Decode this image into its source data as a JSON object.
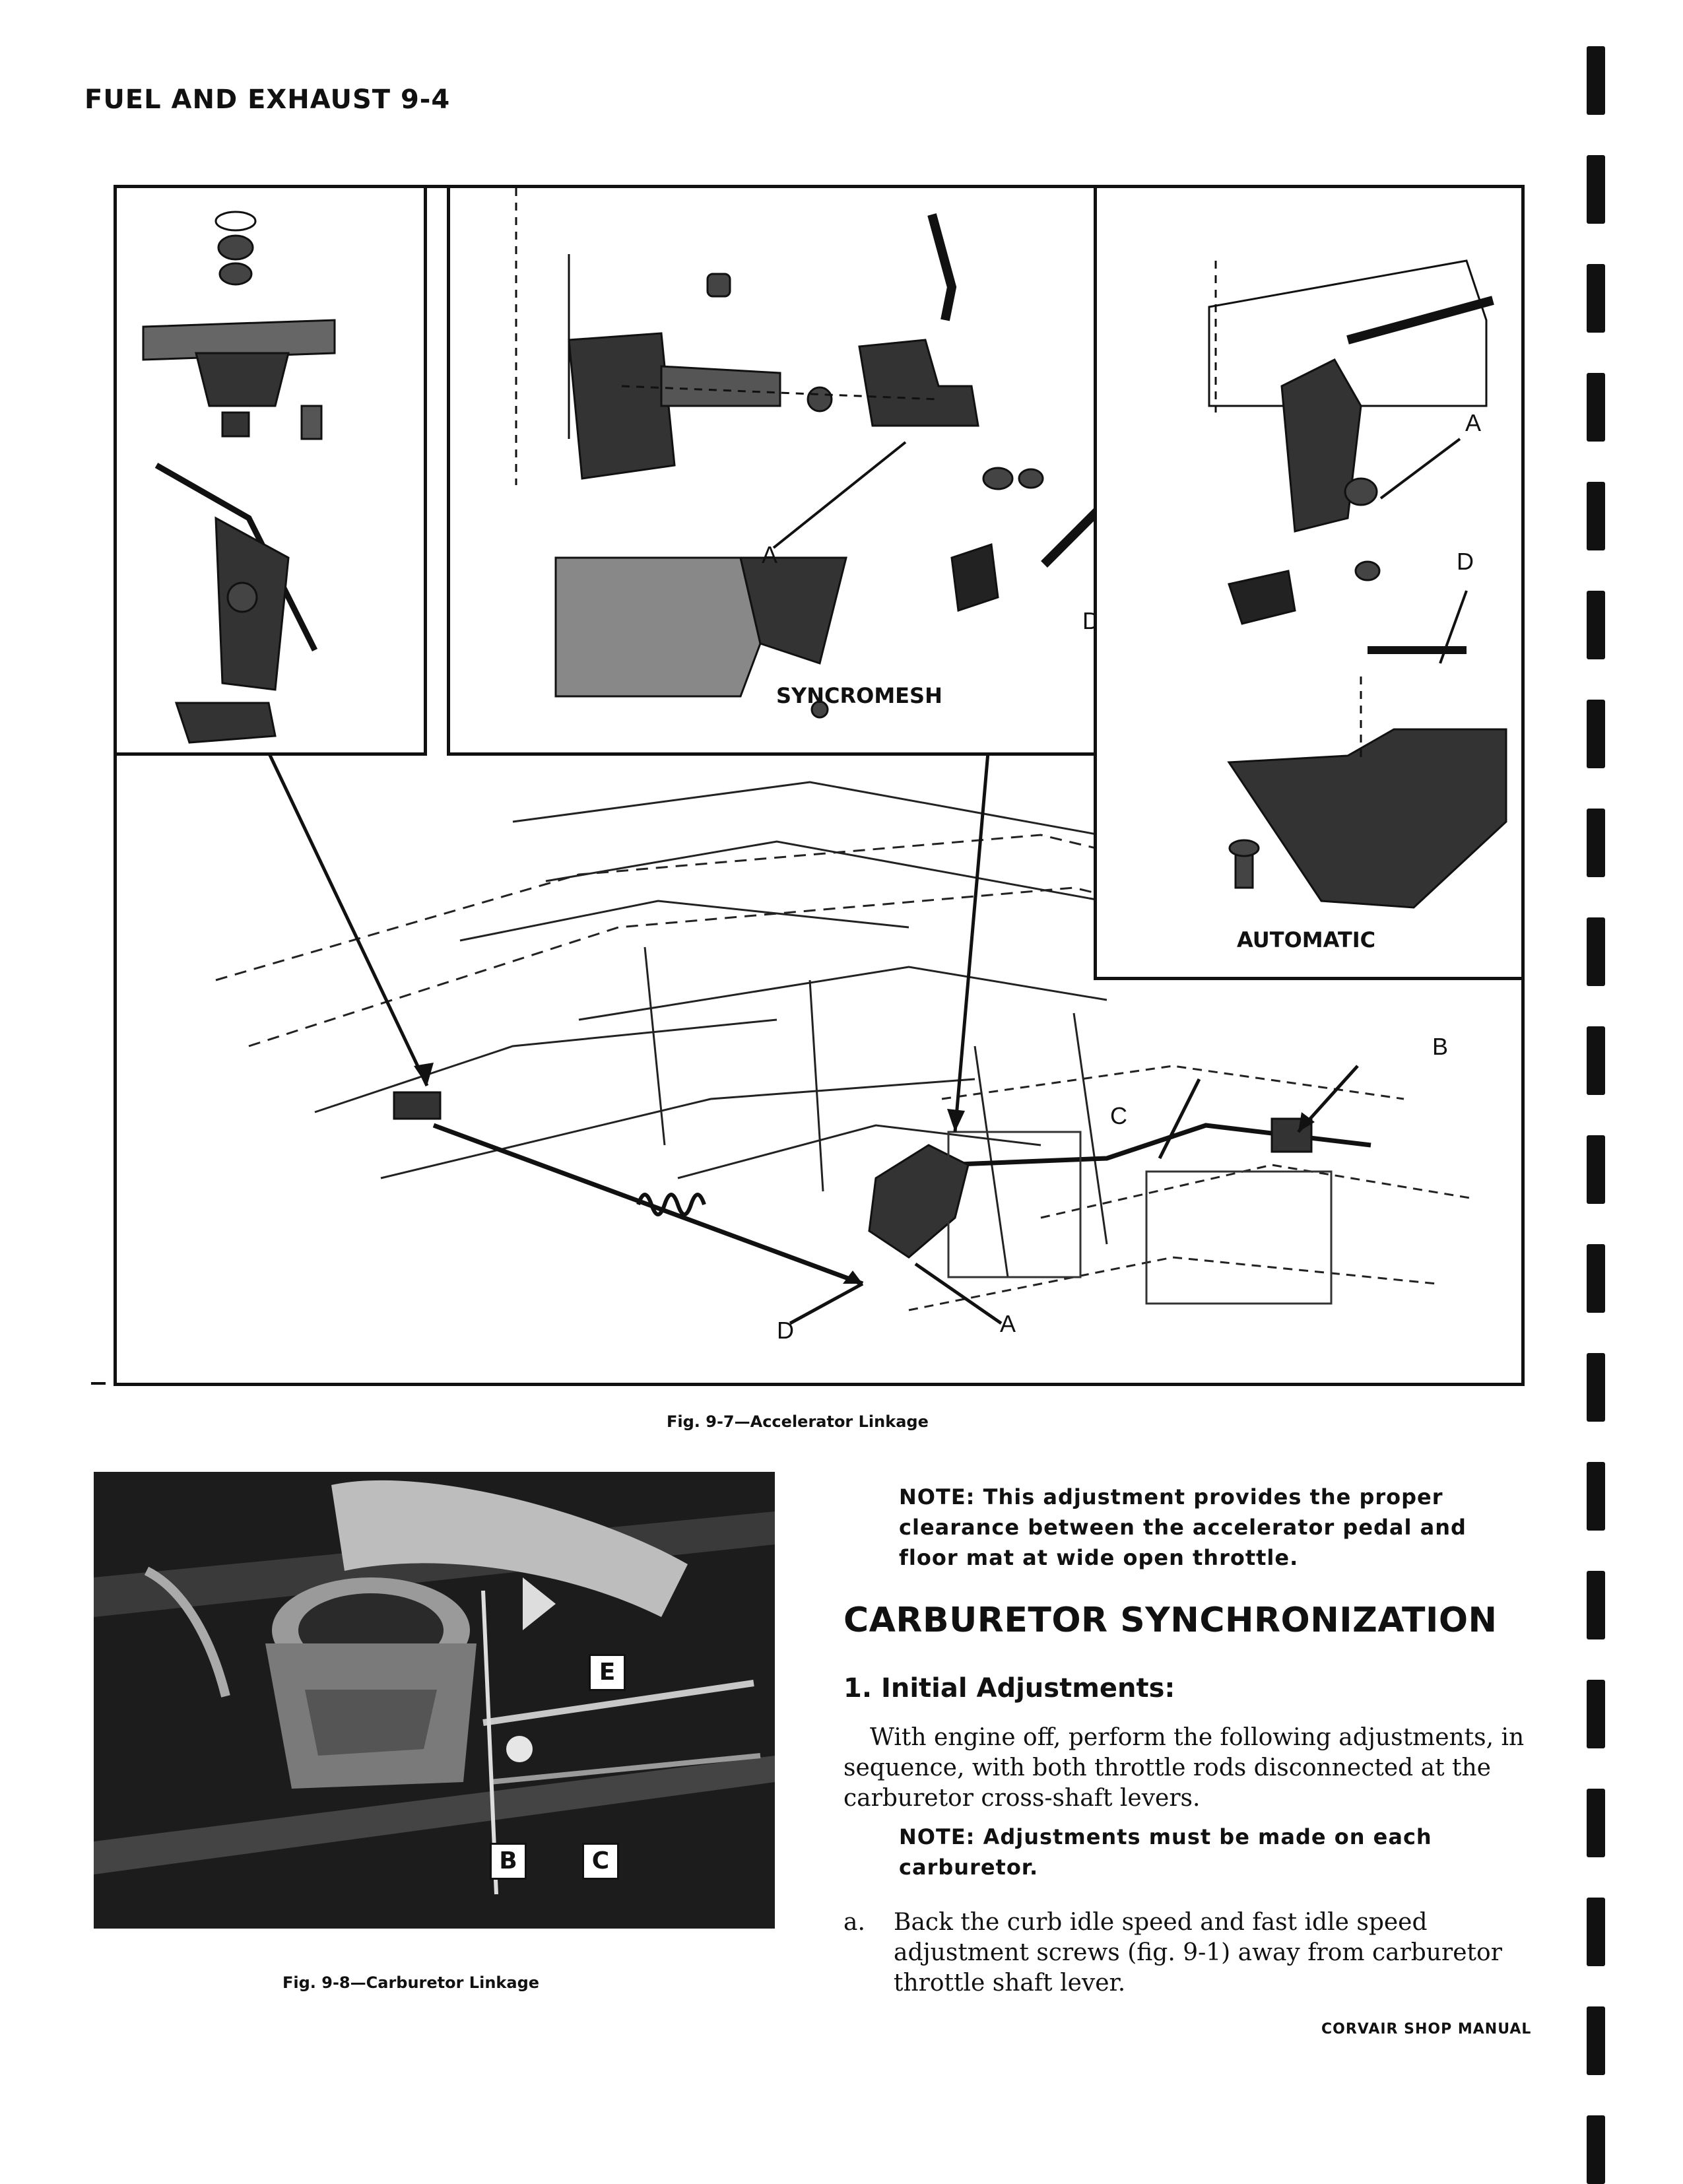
{
  "header": {
    "title": "FUEL AND EXHAUST 9-4"
  },
  "figure_9_7": {
    "caption": "Fig. 9-7—Accelerator Linkage",
    "insets": {
      "syncromesh_label": "SYNCROMESH",
      "automatic_label": "AUTOMATIC"
    },
    "callouts": {
      "sync_a": "A",
      "sync_d": "D",
      "auto_a": "A",
      "auto_d": "D",
      "main_b": "B",
      "main_c": "C",
      "main_d": "D",
      "main_a": "A"
    }
  },
  "figure_9_8": {
    "caption": "Fig. 9-8—Carburetor Linkage",
    "tags": {
      "e": "E",
      "b": "B",
      "c": "C"
    }
  },
  "text": {
    "note1": "NOTE: This adjustment provides the proper clearance between the accelerator pedal and floor mat at wide open throttle.",
    "section_title": "CARBURETOR SYNCHRONIZATION",
    "subsection_title": "1. Initial Adjustments:",
    "para1": "With engine off, perform the following adjustments, in sequence, with both throttle rods disconnected at the carburetor cross-shaft levers.",
    "note2": "NOTE: Adjustments must be made on each carburetor.",
    "item_a_label": "a.",
    "item_a_text": "Back the curb idle speed and fast idle speed adjustment screws (fig. 9-1) away from carburetor throttle shaft lever."
  },
  "footer": {
    "text": "CORVAIR SHOP MANUAL"
  }
}
